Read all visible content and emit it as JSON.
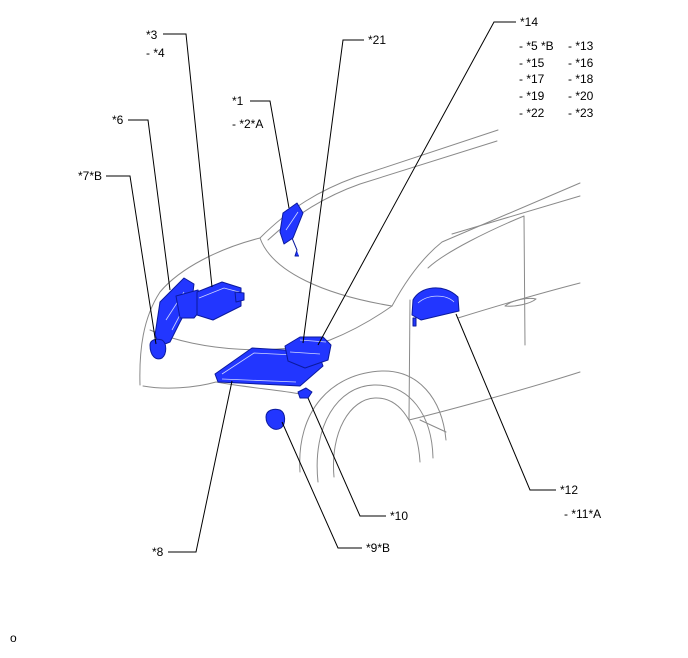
{
  "callouts": {
    "c1": "*1",
    "c2": "- *2*A",
    "c3": "*3",
    "c4": "- *4",
    "c5": "- *5 *B",
    "c6": "*6",
    "c7": "*7*B",
    "c8": "*8",
    "c9": "*9*B",
    "c10": "*10",
    "c11": "- *11*A",
    "c12": "*12",
    "c13": "- *13",
    "c14": "*14",
    "c15": "- *15",
    "c16": "- *16",
    "c17": "- *17",
    "c18": "- *18",
    "c19": "- *19",
    "c20": "- *20",
    "c21": "*21",
    "c22": "- *22",
    "c23": "- *23"
  },
  "footer_mark": "o",
  "colors": {
    "component_fill": "#2236ff",
    "component_stroke": "#0b1a9e",
    "outline": "#8a8a8a",
    "leader": "#000000"
  }
}
